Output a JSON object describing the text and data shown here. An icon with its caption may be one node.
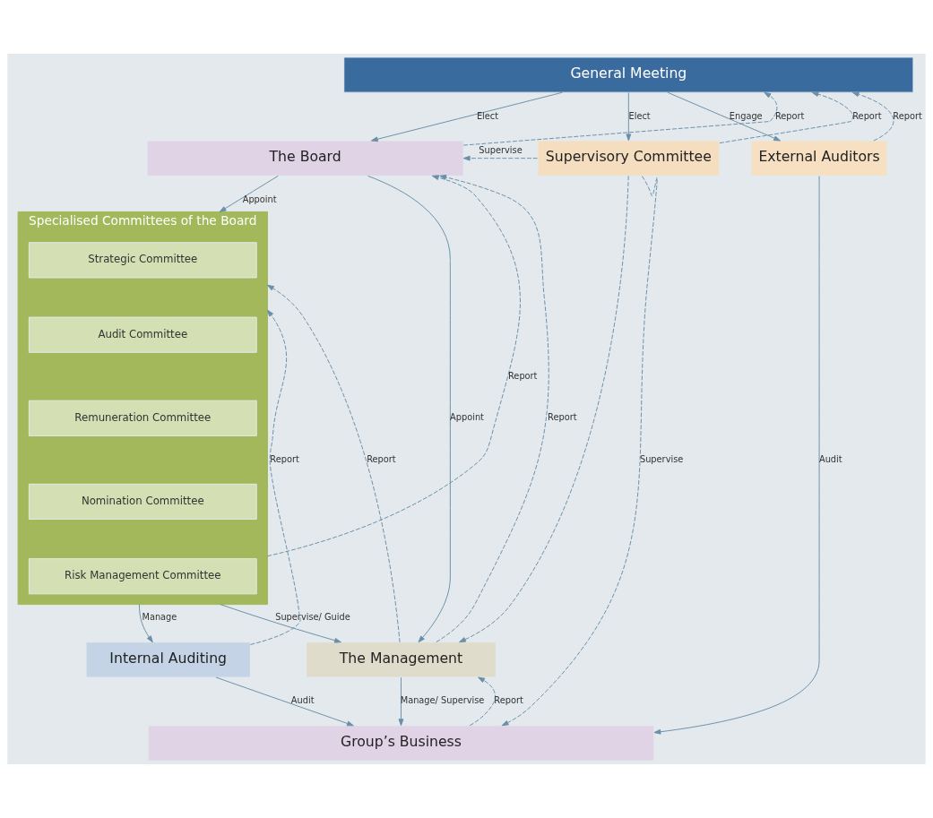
{
  "diagram": {
    "nodes": [
      {
        "text": [
          "General Meeting"
        ]
      },
      {
        "text": [
          "The Board"
        ]
      },
      {
        "text": [
          "Supervisory Committee"
        ]
      },
      {
        "text": [
          "External Auditors"
        ]
      },
      {
        "text": [
          "Specialised Committees of the Board"
        ]
      },
      {
        "text": [
          "Strategic Committee"
        ],
        "in": 4
      },
      {
        "text": [
          "Audit Committee"
        ],
        "in": 4
      },
      {
        "text": [
          "Remuneration Committee"
        ],
        "in": 4
      },
      {
        "text": [
          "Nomination Committee"
        ],
        "in": 4
      },
      {
        "text": [
          "Risk Management Committee"
        ],
        "in": 4
      },
      {
        "text": [
          "Internal Auditing"
        ]
      },
      {
        "text": [
          "The Management"
        ]
      },
      {
        "text": [
          "Group’s Business"
        ]
      }
    ],
    "edges": [
      {
        "from": 0,
        "to": 3,
        "arrow": "to",
        "label": "Engage"
      },
      {
        "from": 3,
        "to": 0,
        "arrow": "to",
        "label": "Report",
        "style": "dashed"
      },
      {
        "from": 0,
        "to": 1,
        "arrow": "to",
        "label": "Elect"
      },
      {
        "from": 1,
        "to": 0,
        "arrow": "to",
        "label": "Report",
        "style": "dashed"
      },
      {
        "from": 0,
        "to": 2,
        "arrow": "to",
        "label": "Elect"
      },
      {
        "from": 2,
        "to": 0,
        "arrow": "to",
        "label": "Report",
        "style": "dashed"
      },
      {
        "from": 2,
        "to": 1,
        "arrow": "to",
        "label": "Supervise",
        "style": "dashed"
      },
      {
        "from": 1,
        "to": 4,
        "arrow": "to",
        "label": "Appoint"
      },
      {
        "from": 4,
        "to": 1,
        "arrow": "to",
        "label": "Report",
        "style": "dashed"
      },
      {
        "from": 1,
        "to": 11,
        "arrow": "to",
        "label": "Appoint"
      },
      {
        "from": 11,
        "to": 1,
        "arrow": "to",
        "label": "Report",
        "style": "dashed"
      },
      {
        "from": 4,
        "to": 10,
        "arrow": "to",
        "label": "Manage"
      },
      {
        "from": 10,
        "to": 4,
        "arrow": "to",
        "label": "Report",
        "style": "dashed"
      },
      {
        "from": 4,
        "to": 11,
        "arrow": "to",
        "label": "Supervise/ Guide"
      },
      {
        "from": 11,
        "to": 4,
        "arrow": "to",
        "label": "Report",
        "style": "dashed"
      },
      {
        "from": 2,
        "to": 11,
        "arrow": "to",
        "style": "dashed"
      },
      {
        "from": 2,
        "to": 12,
        "arrow": "to",
        "label": "Supervise",
        "style": "dashed"
      },
      {
        "from": 10,
        "to": 12,
        "arrow": "to",
        "label": "Audit"
      },
      {
        "from": 3,
        "to": 12,
        "arrow": "to",
        "label": "Audit"
      },
      {
        "from": 11,
        "to": 12,
        "arrow": "to",
        "label": "Manage/ Supervise"
      },
      {
        "from": 12,
        "to": 11,
        "arrow": "to",
        "label": "Report",
        "style": "dashed"
      }
    ]
  }
}
